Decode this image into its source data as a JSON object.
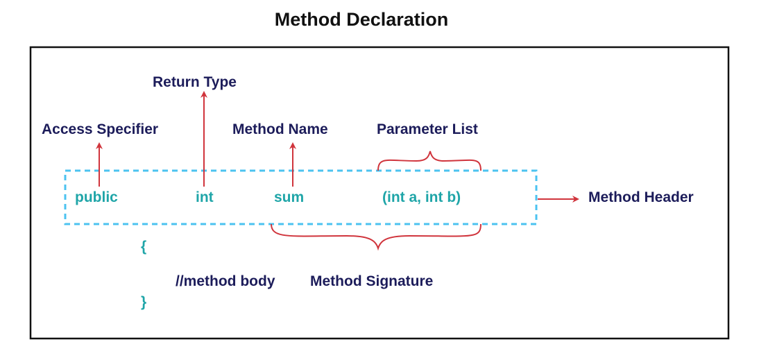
{
  "title": "Method Declaration",
  "labels": {
    "return_type": "Return Type",
    "access_specifier": "Access Specifier",
    "method_name": "Method Name",
    "parameter_list": "Parameter List",
    "method_header": "Method Header",
    "method_body": "//method body",
    "method_signature": "Method Signature"
  },
  "code": {
    "access": "public",
    "return_type": "int",
    "name": "sum",
    "params": "(int a, int b)",
    "open_brace": "{",
    "close_brace": "}"
  },
  "colors": {
    "label": "#1c1c5a",
    "code": "#1fa5a8",
    "arrow": "#d0343c",
    "header_box": "#4cc3f0"
  }
}
